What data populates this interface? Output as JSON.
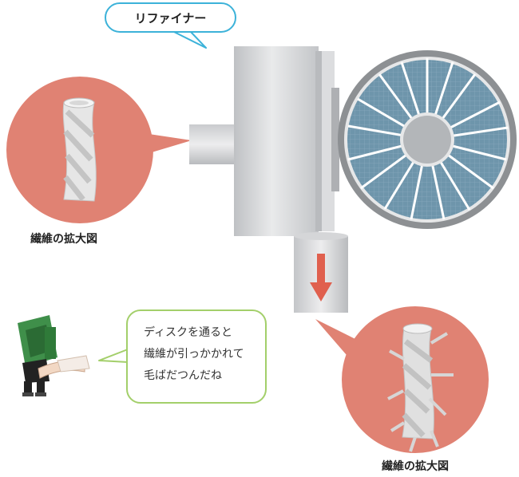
{
  "title_bubble": {
    "text": "リファイナー"
  },
  "caption_left": "繊維の拡大図",
  "caption_right": "繊維の拡大図",
  "speech": {
    "lines": [
      "ディスクを通ると",
      "繊維が引っかかれて",
      "毛ばだつんだね"
    ]
  },
  "colors": {
    "circle_fill": "#e08273",
    "bubble_border": "#3cb2d9",
    "speech_border": "#a3cf6a",
    "machine_gray": "#cfd0d2",
    "disk_blue": "#6e95ab",
    "arrow_red": "#e0604e",
    "character_green": "#3f8f4a"
  },
  "icons": {
    "arrow": "down-arrow-icon",
    "character": "green-character-icon",
    "fiber": "fiber-icon"
  }
}
